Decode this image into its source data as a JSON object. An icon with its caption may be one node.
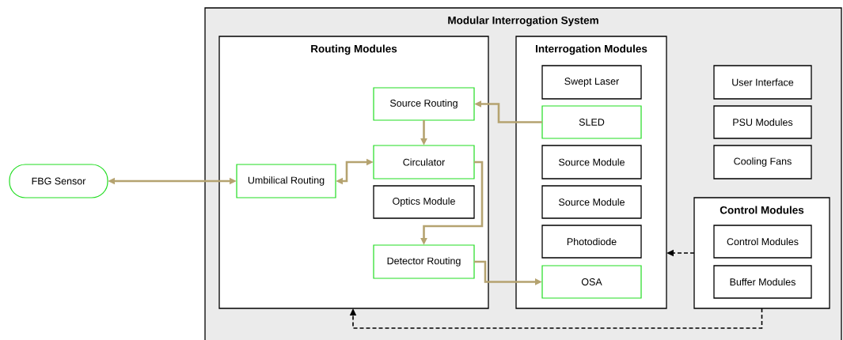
{
  "diagram": {
    "nodes": [
      {
        "text": [
          "Modular Interrogation System"
        ]
      },
      {
        "text": [
          "Routing Modules"
        ],
        "in": 0
      },
      {
        "text": [
          "Source Routing"
        ],
        "in": 1
      },
      {
        "text": [
          "Umbilical Routing"
        ],
        "in": 1
      },
      {
        "text": [
          "Circulator"
        ],
        "in": 1
      },
      {
        "text": [
          "Optics Module"
        ],
        "in": 1
      },
      {
        "text": [
          "Detector Routing"
        ],
        "in": 1
      },
      {
        "text": [
          "Interrogation Modules"
        ],
        "in": 0
      },
      {
        "text": [
          "Swept Laser"
        ],
        "in": 7
      },
      {
        "text": [
          "SLED"
        ],
        "in": 7
      },
      {
        "text": [
          "Source Module"
        ],
        "in": 7
      },
      {
        "text": [
          "Source Module"
        ],
        "in": 7
      },
      {
        "text": [
          "Photodiode"
        ],
        "in": 7
      },
      {
        "text": [
          "OSA"
        ],
        "in": 7
      },
      {
        "text": [
          "User Interface"
        ],
        "in": 0
      },
      {
        "text": [
          "PSU Modules"
        ],
        "in": 0
      },
      {
        "text": [
          "Cooling Fans"
        ],
        "in": 0
      },
      {
        "text": [
          "Control Modules"
        ],
        "in": 0
      },
      {
        "text": [
          "Control Modules"
        ],
        "in": 17
      },
      {
        "text": [
          "Buffer Modules"
        ],
        "in": 17
      },
      {
        "text": [
          "FBG Sensor"
        ]
      }
    ],
    "edges": [
      {
        "from": 20,
        "to": 3,
        "arrow": "both"
      },
      {
        "from": 3,
        "to": 4,
        "arrow": "both"
      },
      {
        "from": 9,
        "to": 2,
        "arrow": "to"
      },
      {
        "from": 2,
        "to": 4,
        "arrow": "to"
      },
      {
        "from": 4,
        "to": 6,
        "arrow": "to"
      },
      {
        "from": 6,
        "to": 13,
        "arrow": "to"
      },
      {
        "from": 17,
        "to": 7,
        "arrow": "to",
        "style": "dashed",
        "color": "#000000"
      },
      {
        "from": 17,
        "to": 1,
        "arrow": "to",
        "style": "dashed",
        "color": "#000000"
      }
    ]
  }
}
